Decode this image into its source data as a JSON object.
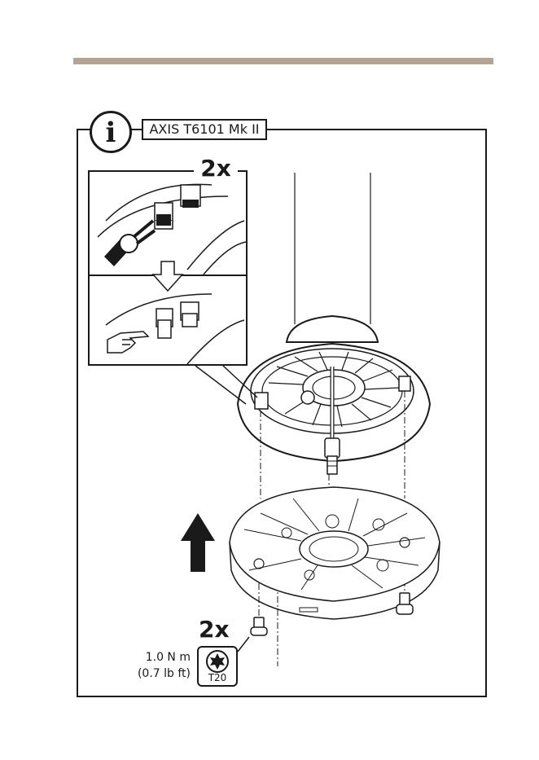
{
  "header": {
    "rule_color": "#b5a394"
  },
  "info": {
    "icon": "info-icon",
    "symbol": "i"
  },
  "model": {
    "label": "AXIS T6101 Mk II"
  },
  "inset": {
    "count": "2x",
    "icons": [
      "side-cutter-icon",
      "pointing-hand-icon",
      "down-arrow-icon"
    ]
  },
  "screws": {
    "count": "2x",
    "torque_nm": "1.0 N m",
    "torque_lbft": "(0.7 lb ft)",
    "tool": "T20",
    "icons": [
      "torx-icon",
      "screw-icon",
      "up-arrow-icon"
    ]
  }
}
